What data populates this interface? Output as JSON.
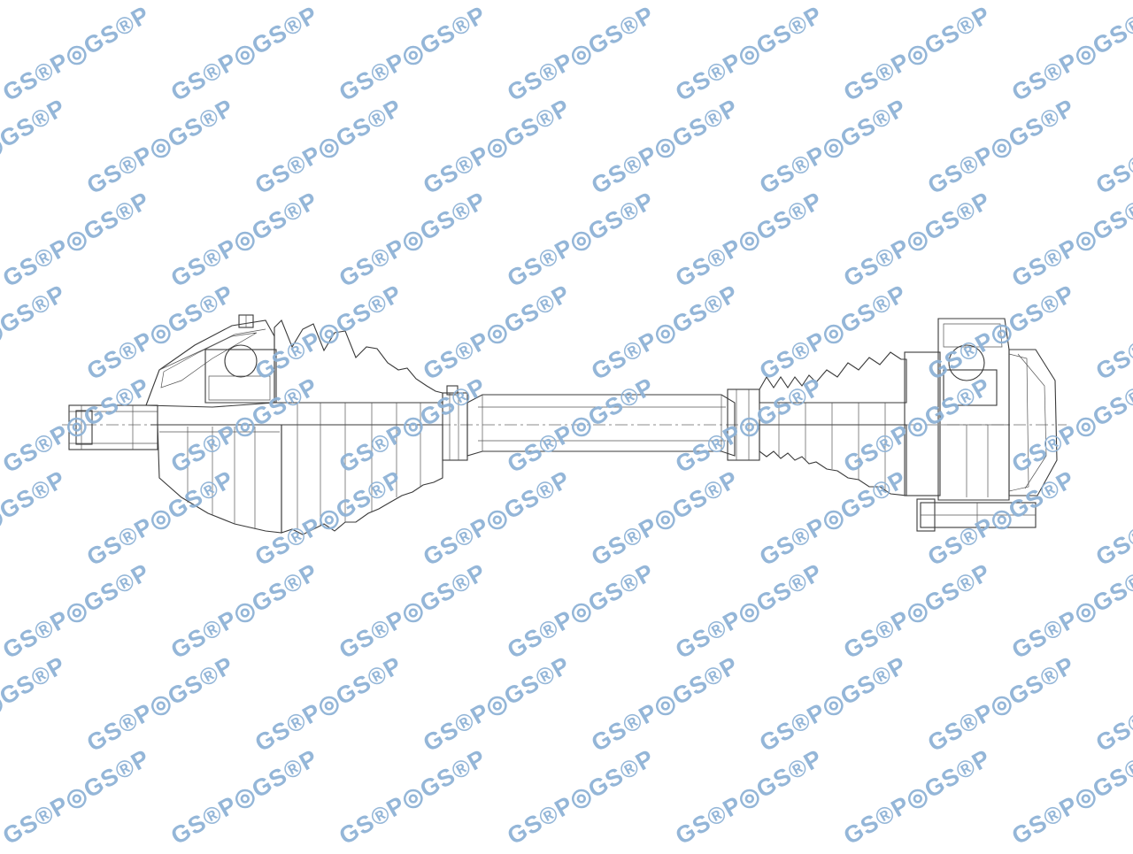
{
  "diagram": {
    "subject": "drive-shaft-cv-joint-axle",
    "line_color": "#3a3a3a",
    "background_color": "#ffffff"
  },
  "watermark": {
    "text": "GS®P◎GS®P",
    "color": "#8fb3d6",
    "rotation_deg": -30
  }
}
